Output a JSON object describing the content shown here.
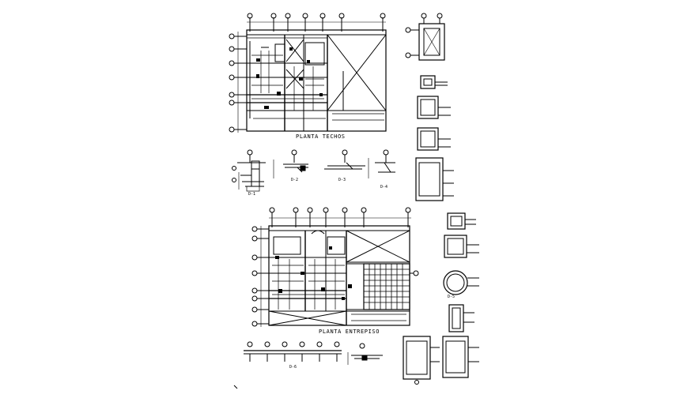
{
  "drawing": {
    "background": "#ffffff",
    "line_color": "#000000",
    "titles": {
      "roof_plan": "PLANTA TECHOS",
      "mezzanine_plan": "PLANTA ENTREPISO"
    },
    "details": {
      "d1": "D-1",
      "d2": "D-2",
      "d3": "D-3",
      "d4": "D-4",
      "d5": "D-5",
      "d6": "D-6"
    }
  }
}
